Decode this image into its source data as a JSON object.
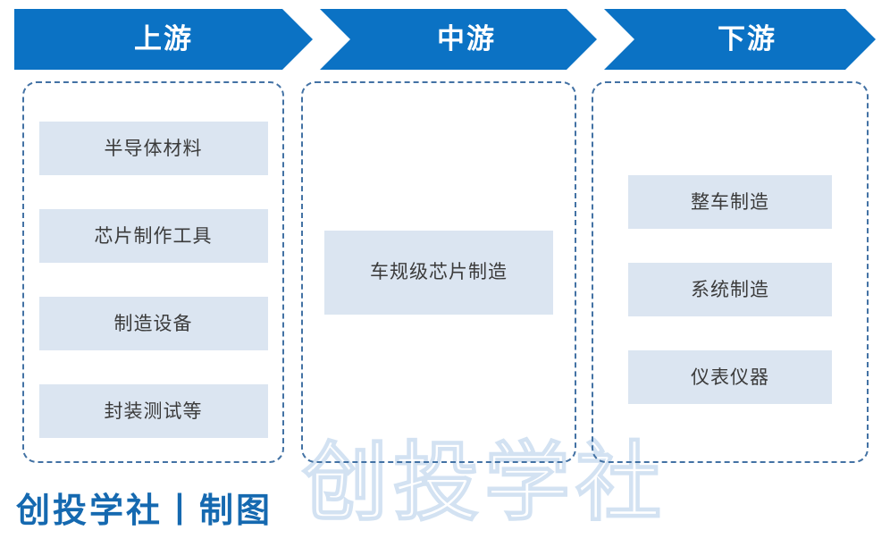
{
  "colors": {
    "header_blue": "#0B72C4",
    "dashed_border_blue": "#4372A4",
    "item_fill": "#DBE5F1",
    "item_text": "#3B3B3B",
    "credit_blue": "#1569B0",
    "watermark_blue": "#D3E2F2"
  },
  "header": {
    "segments": [
      {
        "label": "上游"
      },
      {
        "label": "中游"
      },
      {
        "label": "下游"
      }
    ]
  },
  "columns": [
    {
      "stage": "上游",
      "items": [
        {
          "label": "半导体材料"
        },
        {
          "label": "芯片制作工具"
        },
        {
          "label": "制造设备"
        },
        {
          "label": "封装测试等"
        }
      ]
    },
    {
      "stage": "中游",
      "items": [
        {
          "label": "车规级芯片制造"
        }
      ]
    },
    {
      "stage": "下游",
      "items": [
        {
          "label": "整车制造"
        },
        {
          "label": "系统制造"
        },
        {
          "label": "仪表仪器"
        }
      ]
    }
  ],
  "watermark": {
    "text": "创投学社"
  },
  "credit": {
    "text": "创投学社丨制图"
  }
}
